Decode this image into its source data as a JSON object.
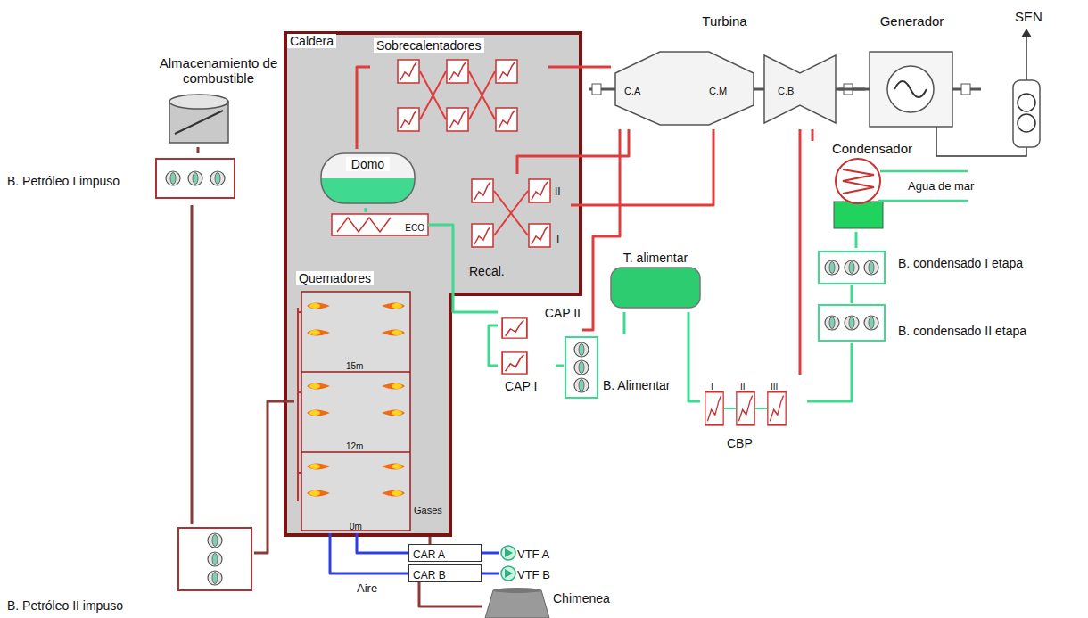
{
  "diagram": {
    "nodes": [
      {
        "text": [
          "Caldera"
        ]
      },
      {
        "text": [
          "Sobrecalentadores"
        ],
        "in": 0
      },
      {
        "text": [
          "Domo"
        ],
        "in": 0
      },
      {
        "text": [
          "ECO"
        ],
        "in": 0
      },
      {
        "text": [
          "Recal."
        ],
        "in": 0
      },
      {
        "text": [
          "Quemadores"
        ],
        "in": 0
      },
      {
        "text": [
          "Turbina"
        ]
      },
      {
        "text": [
          "Generador"
        ]
      },
      {
        "text": [
          "Condensador"
        ]
      },
      {
        "text": [
          "T. alimentar"
        ]
      },
      {
        "text": [
          "CAP II"
        ]
      },
      {
        "text": [
          "CAP I"
        ]
      },
      {
        "text": [
          "B. Alimentar"
        ]
      },
      {
        "text": [
          "CBP"
        ]
      },
      {
        "text": [
          "B. condensado I etapa"
        ]
      },
      {
        "text": [
          "B. condensado II etapa"
        ]
      },
      {
        "text": [
          "Almacenamiento de combustible"
        ]
      },
      {
        "text": [
          "B. Petróleo I impuso"
        ]
      },
      {
        "text": [
          "B. Petróleo II impuso"
        ]
      },
      {
        "text": [
          "CAR A"
        ]
      },
      {
        "text": [
          "CAR B"
        ]
      },
      {
        "text": [
          "VTF A"
        ]
      },
      {
        "text": [
          "VTF B"
        ]
      },
      {
        "text": [
          "Chimenea"
        ]
      }
    ],
    "edges": [
      {
        "from": 16,
        "to": 17,
        "arrow": "none"
      },
      {
        "from": 17,
        "to": 18,
        "arrow": "none"
      },
      {
        "from": 18,
        "to": 5,
        "arrow": "none"
      },
      {
        "from": 21,
        "to": 19,
        "arrow": "none"
      },
      {
        "from": 22,
        "to": 20,
        "arrow": "none"
      },
      {
        "from": 19,
        "to": 5,
        "arrow": "none"
      },
      {
        "from": 20,
        "to": 5,
        "arrow": "none"
      },
      {
        "from": 0,
        "to": 19,
        "arrow": "none"
      },
      {
        "from": 20,
        "to": 23,
        "arrow": "none"
      },
      {
        "from": 2,
        "to": 1,
        "arrow": "none"
      },
      {
        "from": 1,
        "to": 6,
        "arrow": "none"
      },
      {
        "from": 6,
        "to": 4,
        "arrow": "none"
      },
      {
        "from": 4,
        "to": 6,
        "arrow": "none"
      },
      {
        "from": 6,
        "to": 8,
        "arrow": "none"
      },
      {
        "from": 6,
        "to": 7,
        "arrow": "none"
      },
      {
        "from": 8,
        "to": 14,
        "arrow": "none"
      },
      {
        "from": 14,
        "to": 15,
        "arrow": "none"
      },
      {
        "from": 15,
        "to": 13,
        "arrow": "none"
      },
      {
        "from": 13,
        "to": 9,
        "arrow": "none"
      },
      {
        "from": 9,
        "to": 12,
        "arrow": "none"
      },
      {
        "from": 12,
        "to": 11,
        "arrow": "none"
      },
      {
        "from": 11,
        "to": 10,
        "arrow": "none"
      },
      {
        "from": 10,
        "to": 3,
        "arrow": "none"
      },
      {
        "from": 3,
        "to": 2,
        "arrow": "none"
      },
      {
        "from": 6,
        "to": 10,
        "arrow": "none"
      },
      {
        "from": 6,
        "to": 13,
        "arrow": "none"
      }
    ],
    "labels": [
      "15m",
      "12m",
      "0m",
      "Gases",
      "II",
      "I",
      "C.A",
      "C.M",
      "C.B",
      "SEN",
      "Agua de mar",
      "I",
      "II",
      "III",
      "Aire"
    ]
  }
}
